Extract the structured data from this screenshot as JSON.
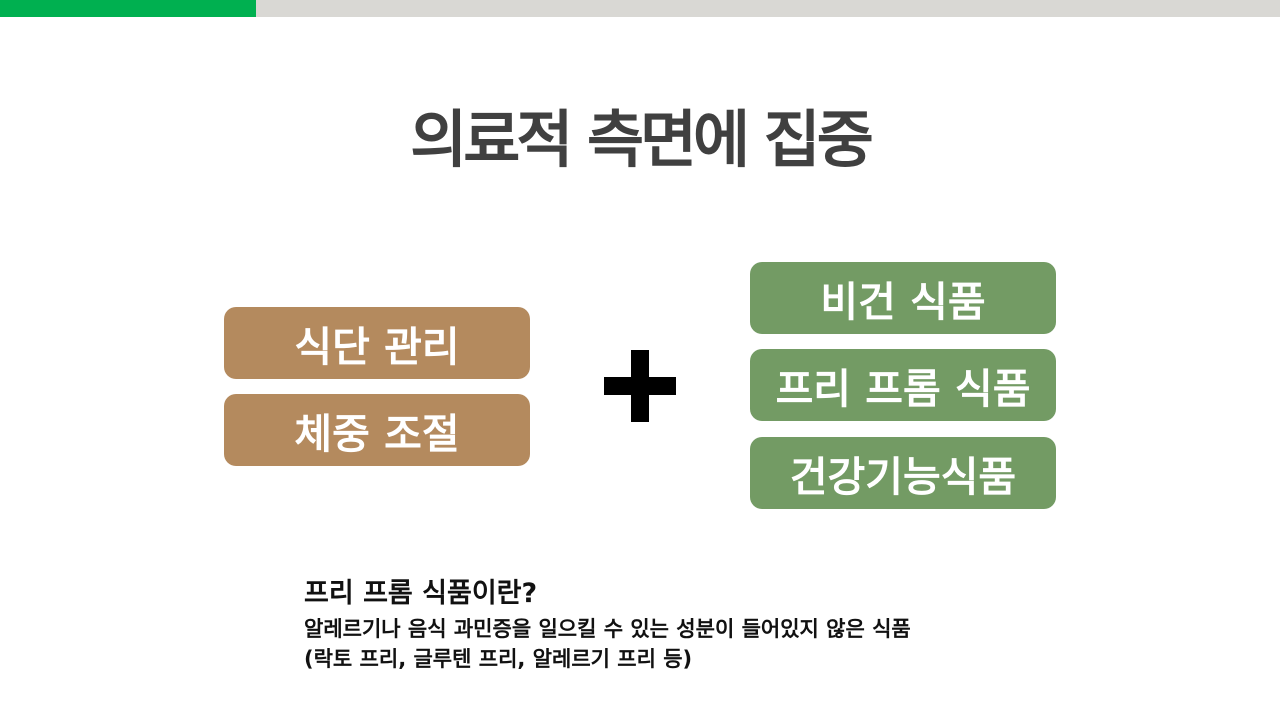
{
  "progress": {
    "fraction": 0.2,
    "fill_color": "#00b050",
    "track_color": "#d9d8d4"
  },
  "title": "의료적 측면에 집중",
  "left_group": {
    "color": "#b48a5e",
    "items": [
      "식단 관리",
      "체중 조절"
    ]
  },
  "operator": {
    "icon": "plus-icon"
  },
  "right_group": {
    "color": "#739b64",
    "items": [
      "비건 식품",
      "프리 프롬 식품",
      "건강기능식품"
    ]
  },
  "note": {
    "heading": "프리 프롬 식품이란?",
    "line1": "알레르기나 음식 과민증을 일으킬 수 있는 성분이 들어있지 않은 식품",
    "line2": "(락토 프리, 글루텐 프리, 알레르기 프리 등)"
  }
}
